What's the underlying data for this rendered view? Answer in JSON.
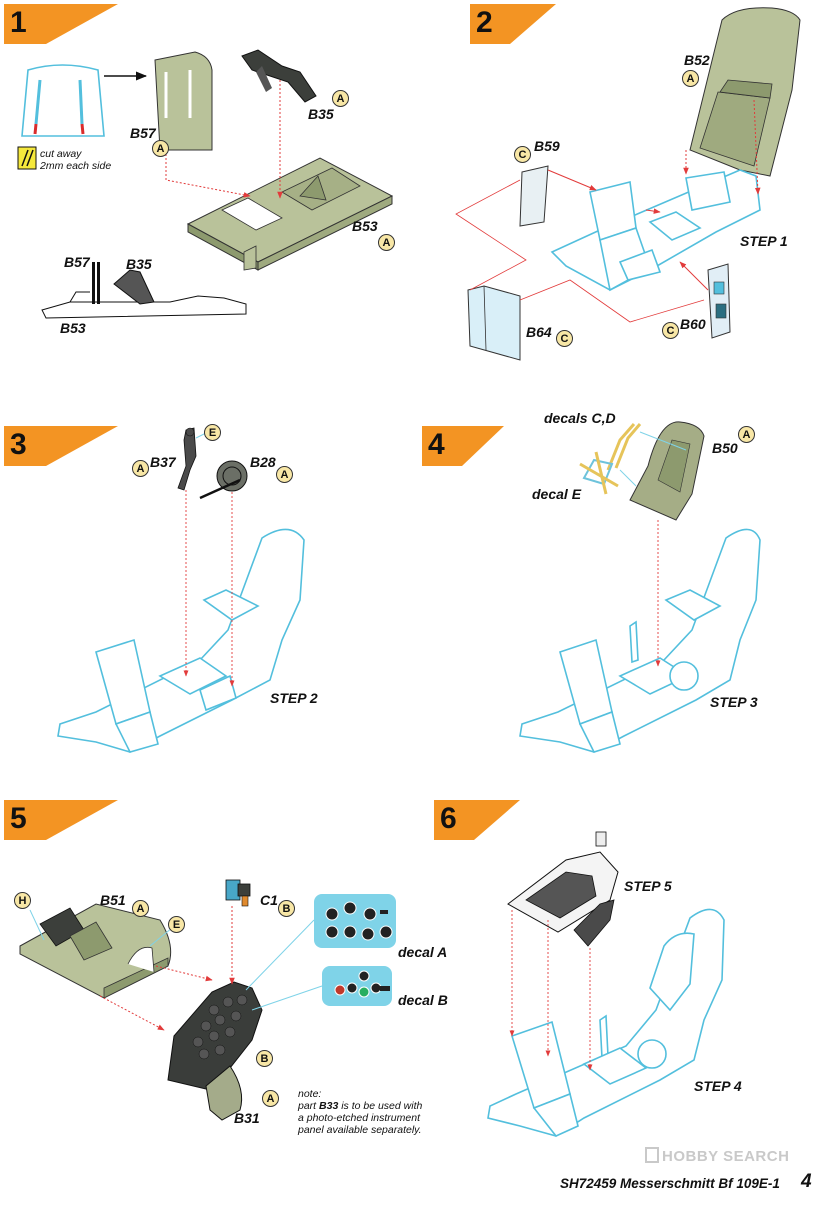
{
  "steps": {
    "s1": "1",
    "s2": "2",
    "s3": "3",
    "s4": "4",
    "s5": "5",
    "s6": "6"
  },
  "step_refs": {
    "step1": "STEP 1",
    "step2": "STEP 2",
    "step3": "STEP 3",
    "step4": "STEP 4",
    "step5": "STEP 5"
  },
  "parts": {
    "b57": "B57",
    "b35": "B35",
    "b53": "B53",
    "b57_side": "B57",
    "b35_side": "B35",
    "b53_side": "B53",
    "b52": "B52",
    "b59": "B59",
    "b60": "B60",
    "b64": "B64",
    "b37": "B37",
    "b28": "B28",
    "b50": "B50",
    "b51": "B51",
    "c1": "C1",
    "b31": "B31"
  },
  "decals": {
    "cd": "decals C,D",
    "e": "decal E",
    "a": "decal A",
    "b": "decal B"
  },
  "cut_note": {
    "line1": "cut away",
    "line2": "2mm each side"
  },
  "note": {
    "line1": "note:",
    "line2a": "part ",
    "line2b": "B33",
    "line2c": " is to be used with",
    "line3": "a photo-etched instrument",
    "line4": "panel available separately."
  },
  "color_badges": {
    "a": "A",
    "b": "B",
    "c": "C",
    "e": "E",
    "h": "H"
  },
  "footer": "SH72459 Messerschmitt Bf 109E-1",
  "page_number": "4",
  "watermark": "HOBBY SEARCH",
  "colors": {
    "step_orange": "#f39423",
    "part_green": "#b9c29a",
    "part_green_dark": "#8d9a6e",
    "ghost_blue": "#53bfdd",
    "ghost_fill": "#e4f4fb",
    "arrow_red": "#e23b3b",
    "badge_yellow": "#f8e7a6",
    "panel_dark": "#3a3d3a",
    "decal_cyan": "#7fd3e8"
  }
}
